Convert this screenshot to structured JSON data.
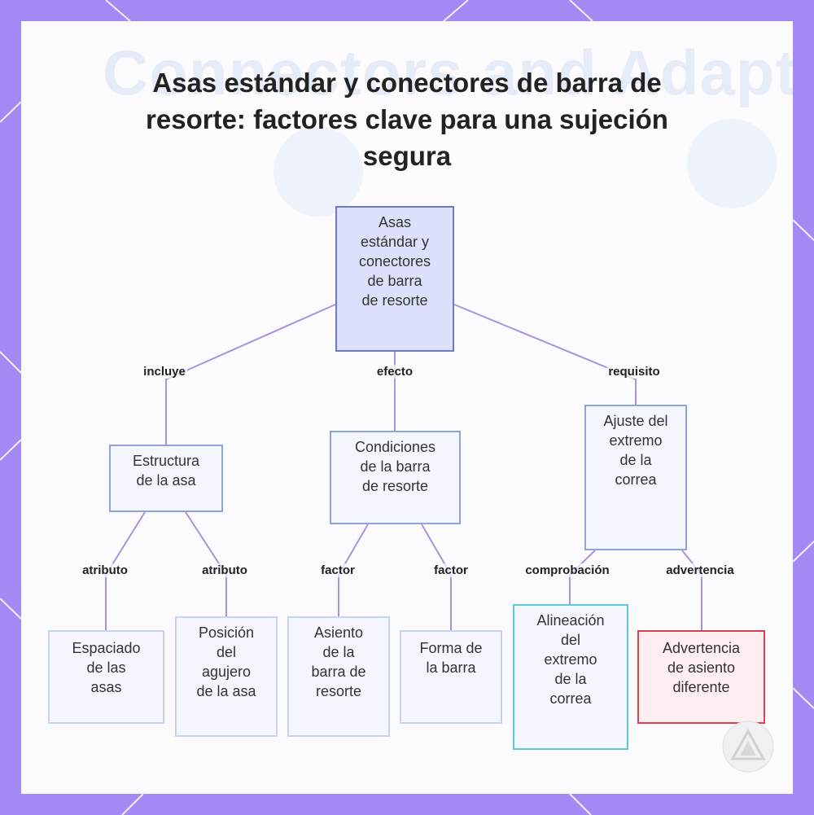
{
  "title": "Asas estándar y conectores de barra de resorte: factores clave para una sujeción segura",
  "colors": {
    "frame": "#a488f3",
    "edge": "#a993dd",
    "root_fill": "#dde0fb",
    "root_border": "#6f7ac6",
    "node_fill": "#f4f6fd",
    "node_border": "#8ea4d6",
    "check_border": "#5fc6da",
    "warning_fill": "#fdeef0",
    "warning_border": "#d8414f"
  },
  "nodes": {
    "root": [
      "Asas",
      "estándar y",
      "conectores",
      "de barra",
      "de resorte"
    ],
    "estructura": [
      "Estructura",
      "de la asa"
    ],
    "condiciones": [
      "Condiciones",
      "de la barra",
      "de resorte"
    ],
    "ajuste": [
      "Ajuste del",
      "extremo",
      "de la",
      "correa"
    ],
    "espaciado": [
      "Espaciado",
      "de las",
      "asas"
    ],
    "posicion": [
      "Posición",
      "del",
      "agujero",
      "de la asa"
    ],
    "asiento": [
      "Asiento",
      "de la",
      "barra de",
      "resorte"
    ],
    "forma": [
      "Forma de",
      "la barra"
    ],
    "alineacion": [
      "Alineación",
      "del",
      "extremo",
      "de la",
      "correa"
    ],
    "advertencia": [
      "Advertencia",
      "de asiento",
      "diferente"
    ]
  },
  "edges": {
    "incluye": "incluye",
    "efecto": "efecto",
    "requisito": "requisito",
    "atributo_1": "atributo",
    "atributo_2": "atributo",
    "factor_1": "factor",
    "factor_2": "factor",
    "comprobacion": "comprobación",
    "advertencia": "advertencia"
  }
}
